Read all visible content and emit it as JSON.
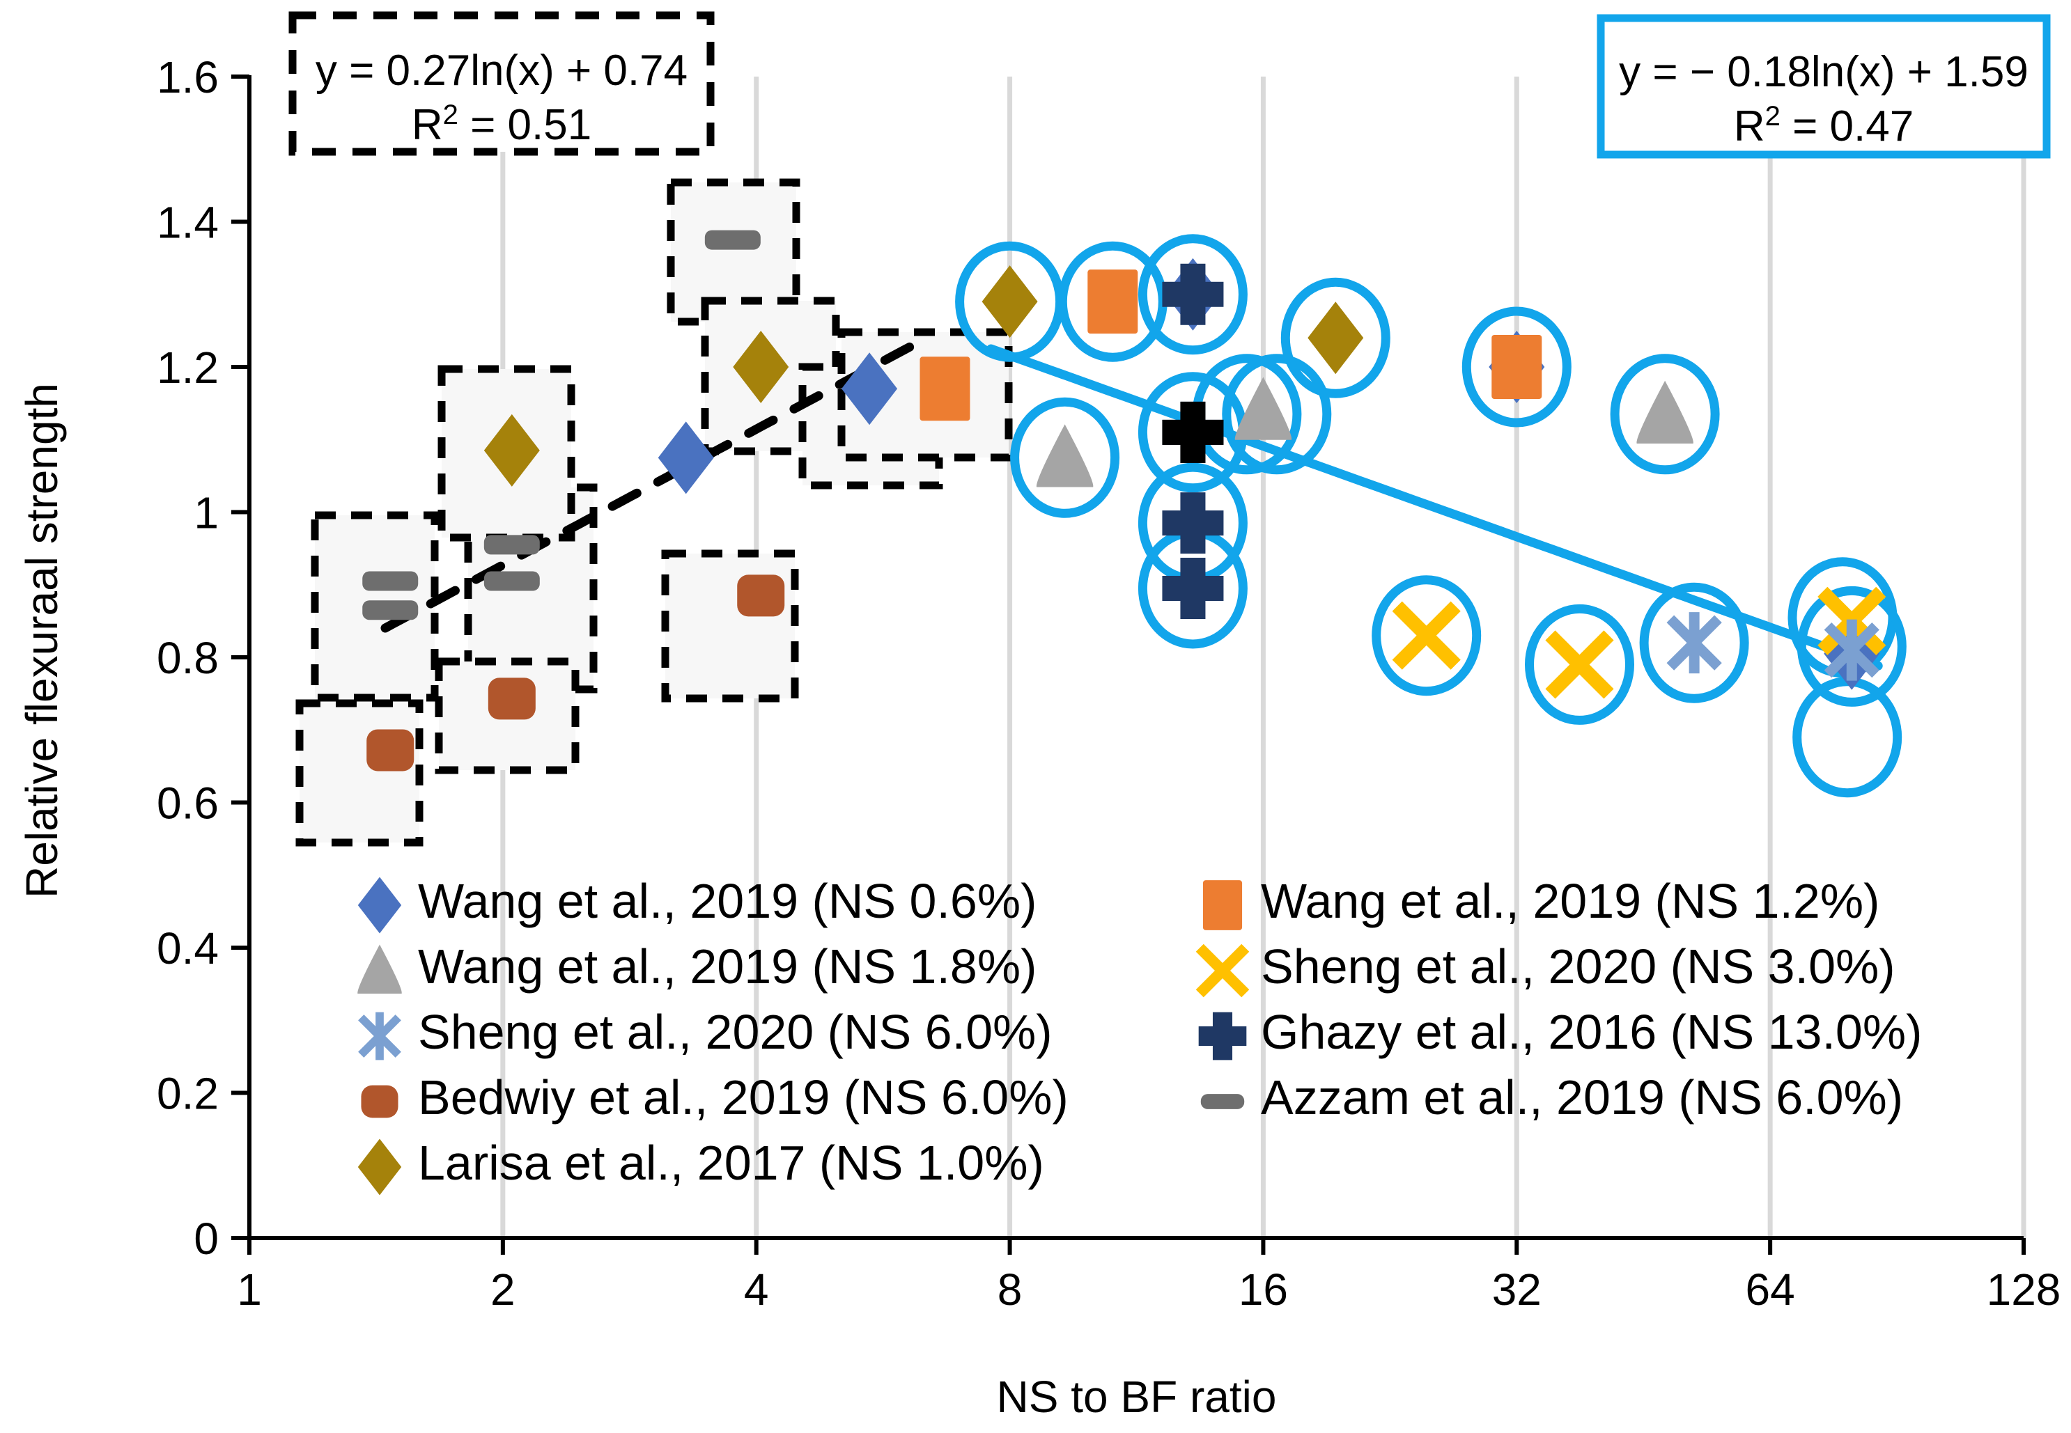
{
  "chart_data": {
    "type": "scatter",
    "title": "",
    "xlabel": "NS to BF ratio",
    "ylabel": "Relative flexuraal strength",
    "xscale": "log2",
    "xticks": [
      "1",
      "2",
      "4",
      "8",
      "16",
      "32",
      "64",
      "128"
    ],
    "xlim": [
      1,
      128
    ],
    "yticks": [
      "0",
      "0.2",
      "0.4",
      "0.6",
      "0.8",
      "1",
      "1.2",
      "1.4",
      "1.6"
    ],
    "ylim": [
      0,
      1.6
    ],
    "grid": "vertical-only",
    "legend_position": "inside-bottom-center",
    "annotations": [
      {
        "name": "left-trend-equation",
        "line1": "y = 0.27ln(x) + 0.74",
        "line2": "R² = 0.51",
        "border_color": "#000000",
        "border_style": "dashed"
      },
      {
        "name": "right-trend-equation",
        "line1": "y = − 0.18ln(x) + 1.59",
        "line2": "R² = 0.47",
        "border_color": "#12A5EB",
        "border_style": "solid"
      }
    ],
    "trendlines": [
      {
        "name": "ascending-dashed-trend",
        "color": "#000000",
        "style": "dashed",
        "equation": "y = 0.27ln(x) + 0.74",
        "r2": 0.51,
        "x_from": 1.45,
        "x_to": 6.1
      },
      {
        "name": "descending-solid-trend",
        "color": "#12A5EB",
        "style": "solid",
        "equation": "y = -0.18ln(x) + 1.59",
        "r2": 0.47,
        "x_from": 7.6,
        "x_to": 86
      }
    ],
    "series": [
      {
        "name": "Wang et al., 2019 (NS 0.6%)",
        "marker": "diamond",
        "color": "#4A72C0",
        "points": [
          {
            "x": 3.3,
            "y": 1.075
          },
          {
            "x": 5.45,
            "y": 1.17
          },
          {
            "x": 13.2,
            "y": 1.3
          },
          {
            "x": 32.0,
            "y": 1.2
          },
          {
            "x": 80.0,
            "y": 0.805
          }
        ]
      },
      {
        "name": "Wang et al., 2019 (NS 1.2%)",
        "marker": "square",
        "color": "#ED7D31",
        "points": [
          {
            "x": 6.7,
            "y": 1.17
          },
          {
            "x": 10.6,
            "y": 1.29
          },
          {
            "x": 32.0,
            "y": 1.2
          }
        ]
      },
      {
        "name": "Wang et al., 2019 (NS 1.8%)",
        "marker": "triangle",
        "color": "#A5A5A5",
        "points": [
          {
            "x": 9.3,
            "y": 1.075
          },
          {
            "x": 16.0,
            "y": 1.14
          },
          {
            "x": 48.0,
            "y": 1.135
          }
        ]
      },
      {
        "name": "Sheng et al., 2020 (NS 3.0%)",
        "marker": "x",
        "color": "#FFC000",
        "points": [
          {
            "x": 25.0,
            "y": 0.83
          },
          {
            "x": 38.0,
            "y": 0.79
          },
          {
            "x": 80.0,
            "y": 0.85
          }
        ]
      },
      {
        "name": "Sheng et al., 2020 (NS 6.0%)",
        "marker": "asterisk",
        "color": "#7BA0D1",
        "points": [
          {
            "x": 52.0,
            "y": 0.82
          },
          {
            "x": 80.0,
            "y": 0.81
          }
        ]
      },
      {
        "name": "Ghazy et al., 2016 (NS 13.0%)",
        "marker": "plus",
        "color": "#1F3864",
        "points": [
          {
            "x": 13.2,
            "y": 1.3
          },
          {
            "x": 13.2,
            "y": 1.11
          },
          {
            "x": 13.2,
            "y": 0.985
          },
          {
            "x": 13.2,
            "y": 0.895
          }
        ]
      },
      {
        "name": "Bedwiy et al., 2019 (NS 6.0%)",
        "marker": "round-square",
        "color": "#B1562C",
        "points": [
          {
            "x": 1.47,
            "y": 0.672
          },
          {
            "x": 2.05,
            "y": 0.743
          },
          {
            "x": 4.05,
            "y": 0.885
          }
        ]
      },
      {
        "name": "Azzam et al., 2019 (NS 6.0%)",
        "marker": "dash",
        "color": "#6E6E6E",
        "points": [
          {
            "x": 1.47,
            "y": 0.905
          },
          {
            "x": 1.47,
            "y": 0.865
          },
          {
            "x": 2.05,
            "y": 0.955
          },
          {
            "x": 2.05,
            "y": 0.905
          },
          {
            "x": 3.75,
            "y": 1.375
          }
        ]
      },
      {
        "name": "Larisa et al., 2017 (NS 1.0%)",
        "marker": "diamond",
        "color": "#A5820B",
        "points": [
          {
            "x": 2.05,
            "y": 1.085
          },
          {
            "x": 4.05,
            "y": 1.2
          },
          {
            "x": 8.0,
            "y": 1.29
          },
          {
            "x": 19.5,
            "y": 1.24
          }
        ]
      }
    ]
  },
  "legend": {
    "items": [
      {
        "label": "Wang et al., 2019 (NS 0.6%)",
        "marker": "diamond",
        "color": "#4A72C0"
      },
      {
        "label": "Wang et al., 2019 (NS 1.2%)",
        "marker": "square",
        "color": "#ED7D31"
      },
      {
        "label": "Wang et al., 2019 (NS 1.8%)",
        "marker": "triangle",
        "color": "#A5A5A5"
      },
      {
        "label": "Sheng et al., 2020 (NS 3.0%)",
        "marker": "x",
        "color": "#FFC000"
      },
      {
        "label": "Sheng et al., 2020 (NS 6.0%)",
        "marker": "asterisk",
        "color": "#7BA0D1"
      },
      {
        "label": "Ghazy et al., 2016 (NS 13.0%)",
        "marker": "plus",
        "color": "#1F3864"
      },
      {
        "label": "Bedwiy et al., 2019 (NS 6.0%)",
        "marker": "round-square",
        "color": "#B1562C"
      },
      {
        "label": "Azzam et al., 2019 (NS 6.0%)",
        "marker": "dash",
        "color": "#6E6E6E"
      },
      {
        "label": "Larisa et al., 2017 (NS 1.0%)",
        "marker": "diamond",
        "color": "#A5820B"
      }
    ]
  },
  "colors": {
    "accent_blue": "#12A5EB",
    "grid": "#D9D9D9",
    "axis": "#000000",
    "highlight_box_fill": "#F7F7F7"
  }
}
